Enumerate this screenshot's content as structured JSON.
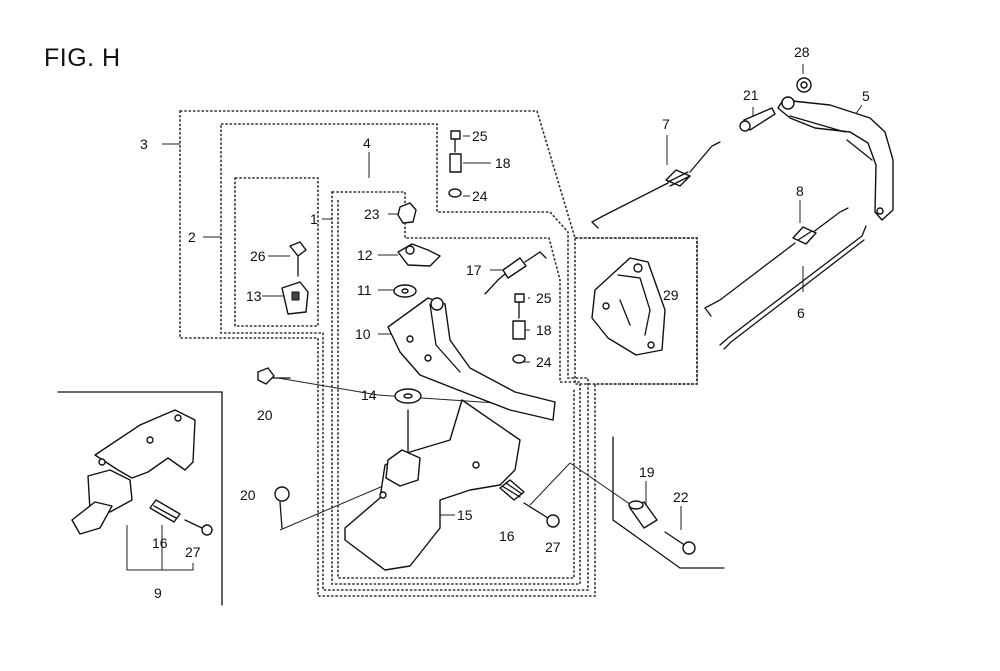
{
  "figure": {
    "title": "FIG. H"
  },
  "callouts": {
    "c1": "1",
    "c2": "2",
    "c3": "3",
    "c4": "4",
    "c5": "5",
    "c6": "6",
    "c7": "7",
    "c8": "8",
    "c9": "9",
    "c10": "10",
    "c11": "11",
    "c12": "12",
    "c13": "13",
    "c14": "14",
    "c15": "15",
    "c16a": "16",
    "c16b": "16",
    "c17": "17",
    "c18a": "18",
    "c18b": "18",
    "c19": "19",
    "c20a": "20",
    "c20b": "20",
    "c21": "21",
    "c22": "22",
    "c23": "23",
    "c24a": "24",
    "c24b": "24",
    "c25a": "25",
    "c25b": "25",
    "c26": "26",
    "c27a": "27",
    "c27b": "27",
    "c28": "28",
    "c29": "29"
  }
}
